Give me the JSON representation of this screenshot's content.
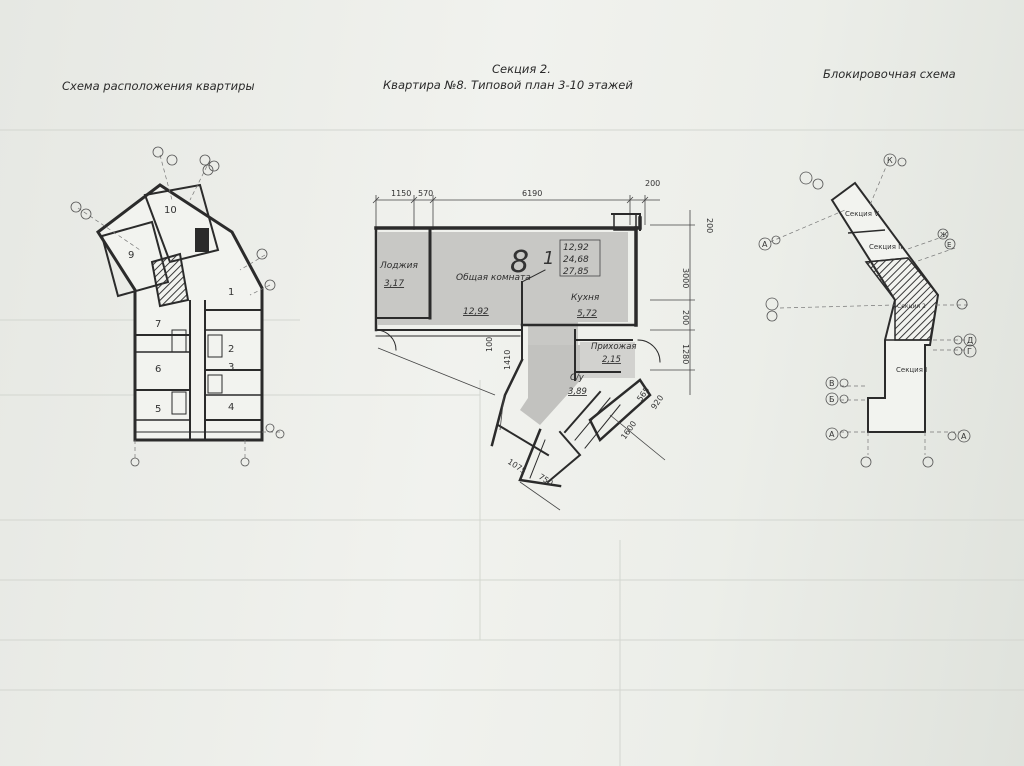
{
  "headers": {
    "location_scheme": "Схема расположения квартиры",
    "section": "Секция 2.",
    "apartment": "Квартира №8. Типовой план 3-10 этажей",
    "blocking_scheme": "Блокировочная схема"
  },
  "site_plan": {
    "room_numbers": [
      "1",
      "2",
      "3",
      "4",
      "5",
      "6",
      "7",
      "9",
      "10"
    ]
  },
  "apartment_plan": {
    "dims_top": [
      "1150",
      "570",
      "6190",
      "200"
    ],
    "dims_side": [
      "3000",
      "200",
      "1280",
      "920",
      "565",
      "1600"
    ],
    "dims_left": [
      "1410",
      "100"
    ],
    "dims_bottom": [
      "1075",
      "750"
    ],
    "right_top": "200",
    "apt_number": "8",
    "rooms_count": "1",
    "areas": [
      "12,92",
      "24,68",
      "27,85"
    ],
    "rooms": [
      {
        "name": "Лоджия",
        "area": "3,17"
      },
      {
        "name": "Общая комната",
        "area": "12,92"
      },
      {
        "name": "Кухня",
        "area": "5,72"
      },
      {
        "name": "Прихожая",
        "area": "2,15"
      },
      {
        "name": "С/у",
        "area": "3,89"
      }
    ]
  },
  "blocking_scheme": {
    "sections": [
      "Секция V",
      "Секция II",
      "Секция 2",
      "Секция I"
    ],
    "axis_letters": [
      "К",
      "Ж",
      "Е",
      "Д",
      "Г",
      "В",
      "Б",
      "А",
      "А",
      "А"
    ]
  },
  "colors": {
    "wall": "#2b2b2b",
    "room_fill": "#c8c8c5",
    "hatch": "#3a3a3a",
    "paper": "#eceee9"
  }
}
